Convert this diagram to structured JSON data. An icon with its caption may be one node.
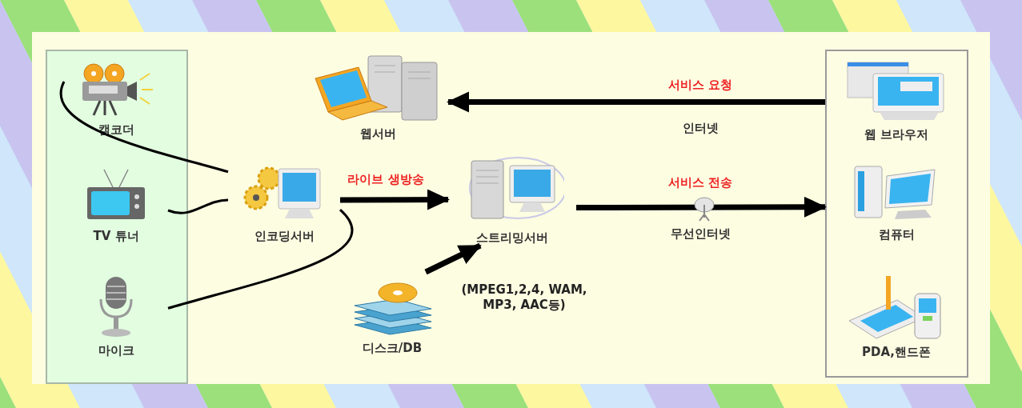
{
  "diagram": {
    "nodes": [
      {
        "text": [],
        "shape": "box"
      },
      {
        "text": [
          "캠코더"
        ],
        "in": 0
      },
      {
        "text": [
          "TV 튜너"
        ],
        "in": 0
      },
      {
        "text": [
          "마이크"
        ],
        "in": 0
      },
      {
        "text": [
          "인코딩서버"
        ]
      },
      {
        "text": [
          "웹서버"
        ]
      },
      {
        "text": [
          "스트리밍서버"
        ]
      },
      {
        "text": [
          "디스크/DB"
        ]
      },
      {
        "text": [],
        "shape": "box"
      },
      {
        "text": [
          "웹 브라우저"
        ],
        "in": 8
      },
      {
        "text": [
          "컴퓨터"
        ],
        "in": 8
      },
      {
        "text": [
          "PDA,핸드폰"
        ],
        "in": 8
      }
    ],
    "edges": [
      {
        "from": 1,
        "to": 4,
        "arrow": "none"
      },
      {
        "from": 2,
        "to": 4,
        "arrow": "none"
      },
      {
        "from": 3,
        "to": 4,
        "arrow": "none"
      },
      {
        "from": 4,
        "to": 6,
        "arrow": "to",
        "label": "라이브 생방송"
      },
      {
        "from": 8,
        "to": 5,
        "arrow": "to",
        "label": "서비스 요청"
      },
      {
        "from": 6,
        "to": 8,
        "arrow": "to",
        "label": "서비스 전송"
      },
      {
        "from": 7,
        "to": 6,
        "arrow": "to",
        "label": "(MPEG1,2,4, WAM, MP3, AAC등)"
      }
    ],
    "labels": [
      "인터넷",
      "무선인터넷"
    ]
  }
}
